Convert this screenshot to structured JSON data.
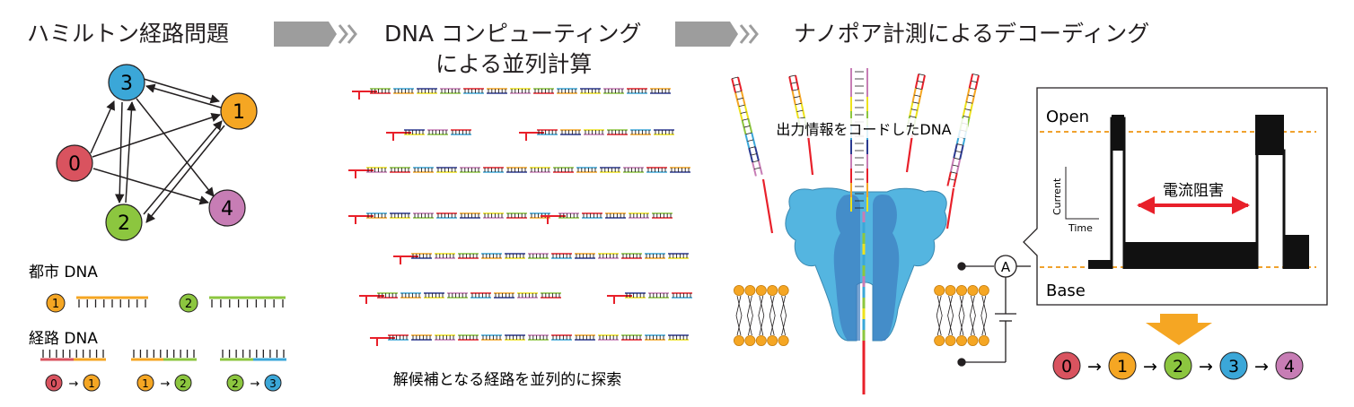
{
  "sections": {
    "hamilton": {
      "title": "ハミルトン経路問題"
    },
    "dna_computing": {
      "title_line1": "DNA コンピューティング",
      "title_line2": "による並列計算",
      "caption": "解候補となる経路を並列的に探索"
    },
    "nanopore": {
      "title": "ナノポア計測によるデコーディング",
      "output_label": "出力情報をコードしたDNA",
      "ammeter": "A"
    }
  },
  "graph": {
    "nodes": [
      {
        "id": "0",
        "label": "0",
        "color": "#d9535f"
      },
      {
        "id": "1",
        "label": "1",
        "color": "#f5a623"
      },
      {
        "id": "2",
        "label": "2",
        "color": "#8cc63f"
      },
      {
        "id": "3",
        "label": "3",
        "color": "#3ba7d8"
      },
      {
        "id": "4",
        "label": "4",
        "color": "#c77db5"
      }
    ]
  },
  "legend": {
    "city_label": "都市 DNA",
    "route_label": "経路 DNA",
    "city_nodes": [
      "1",
      "2"
    ],
    "routes": [
      {
        "from": "0",
        "to": "1"
      },
      {
        "from": "1",
        "to": "2"
      },
      {
        "from": "2",
        "to": "3"
      }
    ],
    "arrow": "→"
  },
  "signal": {
    "open_label": "Open",
    "base_label": "Base",
    "blockade_label": "電流阻害",
    "y_axis": "Current",
    "x_axis": "Time"
  },
  "result": {
    "sequence": [
      "0",
      "1",
      "2",
      "3",
      "4"
    ],
    "arrow": "→"
  }
}
